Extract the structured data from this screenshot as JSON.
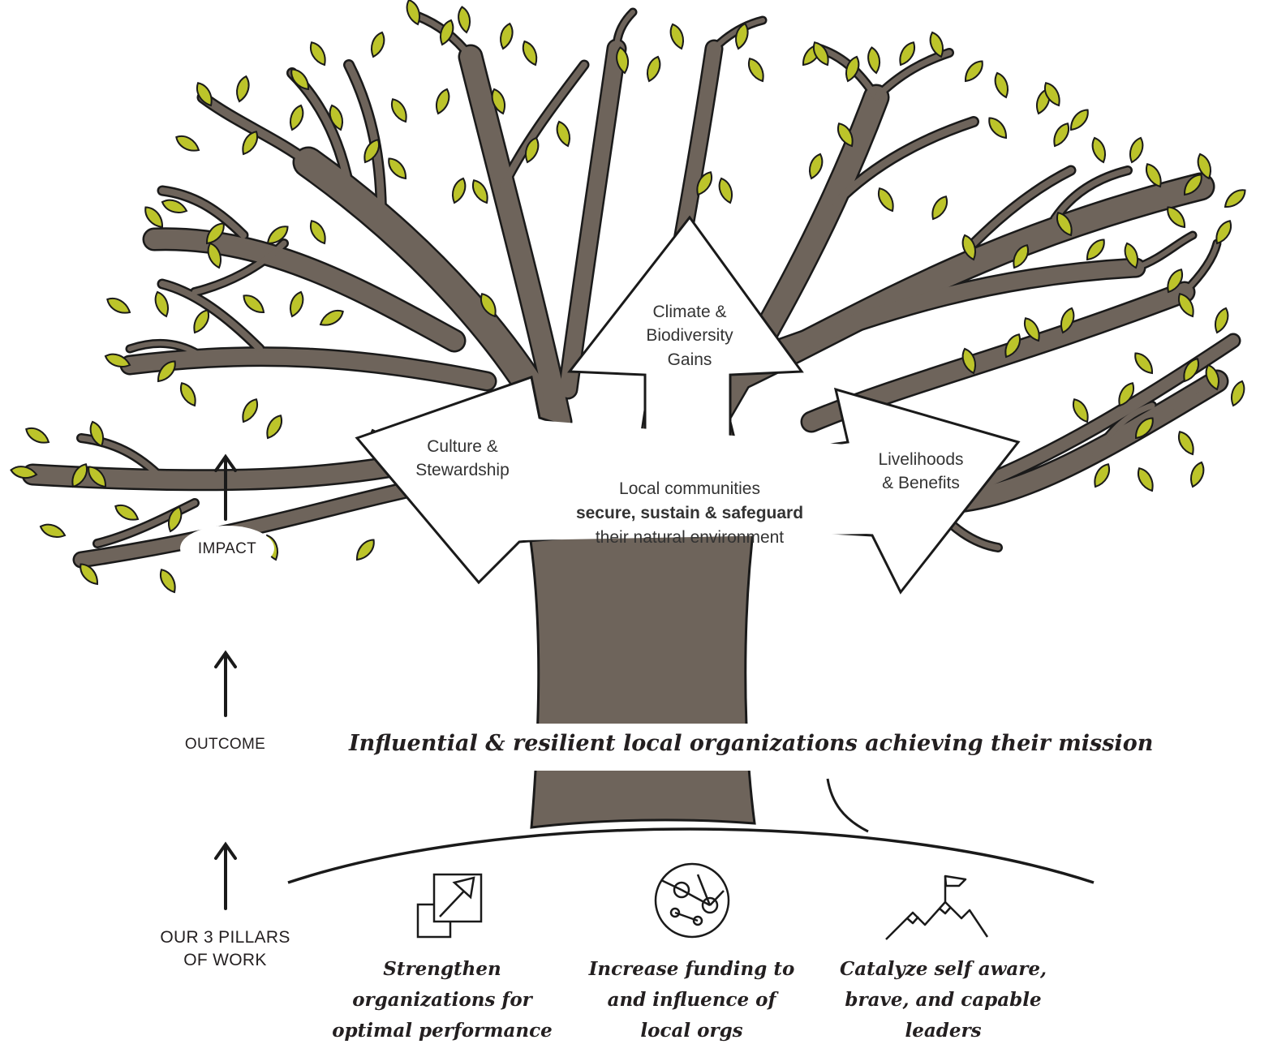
{
  "levels": {
    "impact": "IMPACT",
    "outcome": "OUTCOME",
    "pillars_line1": "OUR 3 PILLARS",
    "pillars_line2": "OF WORK"
  },
  "arrows": {
    "top": [
      "Climate &",
      "Biodiversity",
      "Gains"
    ],
    "left": [
      "Culture &",
      "Stewardship"
    ],
    "right": [
      "Livelihoods",
      "& Benefits"
    ]
  },
  "center": {
    "line1": "Local communities",
    "line2_bold": "secure, sustain & safeguard",
    "line3": "their natural environment"
  },
  "outcome_statement": "Influential & resilient local organizations achieving their mission",
  "pillars": [
    {
      "icon": "growth-chart-icon",
      "lines": [
        "Strengthen",
        "organizations for",
        "optimal performance"
      ]
    },
    {
      "icon": "funding-network-icon",
      "lines": [
        "Increase funding to",
        "and influence of",
        "local orgs"
      ]
    },
    {
      "icon": "mountain-flag-icon",
      "lines": [
        "Catalyze self aware,",
        "brave, and capable",
        "leaders"
      ]
    }
  ],
  "colors": {
    "bark": "#6e645b",
    "leaf": "#bcc42a",
    "outline": "#1a1a1a",
    "background": "#ffffff"
  }
}
